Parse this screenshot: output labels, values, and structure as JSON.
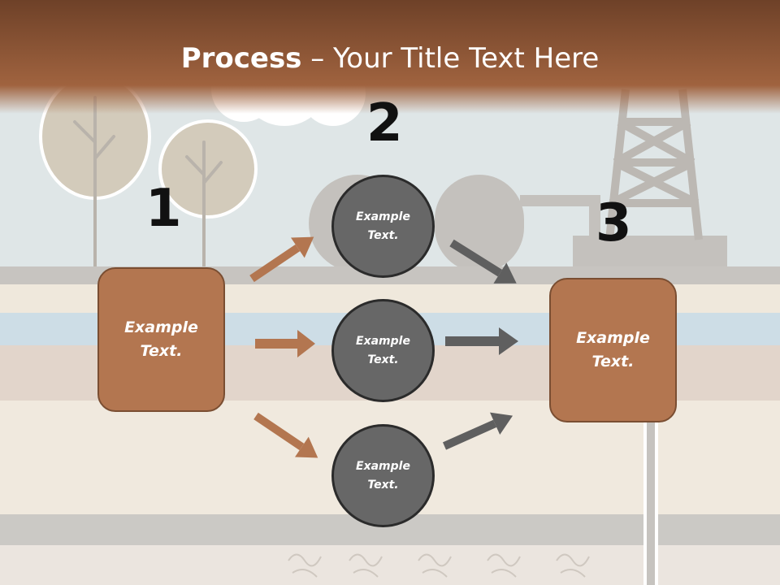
{
  "title": {
    "bold": "Process",
    "rest": " – Your Title Text Here"
  },
  "colors": {
    "accent_brown": "#b37650",
    "node_gray": "#676767",
    "arrow_brown": "#b37650",
    "arrow_gray": "#5f5f5f",
    "header_brown": "#8b5538"
  },
  "steps": [
    {
      "number": "1",
      "label": "Example\nText."
    },
    {
      "number": "2",
      "label": ""
    },
    {
      "number": "3",
      "label": "Example\nText."
    }
  ],
  "nodes": [
    {
      "label": "Example\nText."
    },
    {
      "label": "Example\nText."
    },
    {
      "label": "Example\nText."
    }
  ]
}
